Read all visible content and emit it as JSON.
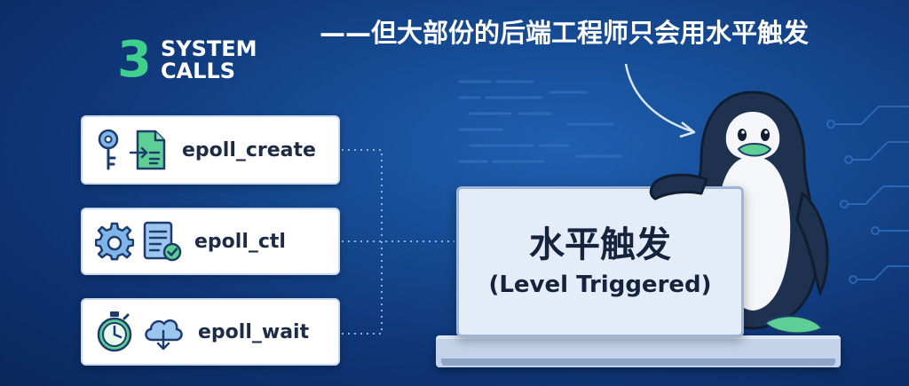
{
  "heading": {
    "number": "3",
    "line1": "SYSTEM",
    "line2": "CALLS"
  },
  "tagline": "——但大部份的后端工程师只会用水平触发",
  "calls": [
    {
      "label": "epoll_create",
      "icons": [
        "key-icon",
        "document-arrow-icon"
      ]
    },
    {
      "label": "epoll_ctl",
      "icons": [
        "gear-icon",
        "checklist-icon"
      ]
    },
    {
      "label": "epoll_wait",
      "icons": [
        "stopwatch-icon",
        "cloud-download-icon"
      ]
    }
  ],
  "monitor": {
    "title": "水平触发",
    "subtitle": "(Level Triggered)"
  },
  "colors": {
    "accent_green": "#3fd08c",
    "background_blue": "#164b93",
    "card_text": "#1d2b44",
    "monitor_screen": "#e4ecf8"
  }
}
